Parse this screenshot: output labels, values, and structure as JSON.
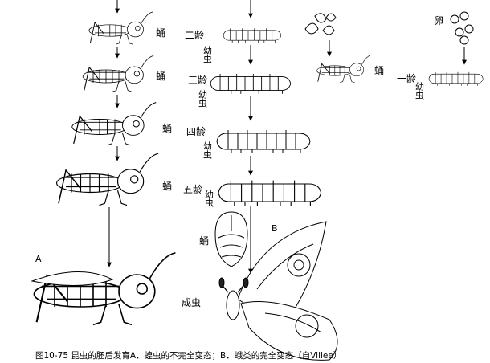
{
  "labels": {
    "nymph": "蛹",
    "instar2": "二龄",
    "instar3": "三龄",
    "instar4": "四龄",
    "instar5": "五龄",
    "instar1": "一龄",
    "larva": "幼虫",
    "egg": "卵",
    "pupa": "蛹",
    "adult": "成虫",
    "panel_a": "A",
    "panel_b": "B"
  },
  "caption": "图10-75 昆虫的胚后发育A．蝗虫的不完全变态；B．蛾类的完全变态（自Villee）"
}
